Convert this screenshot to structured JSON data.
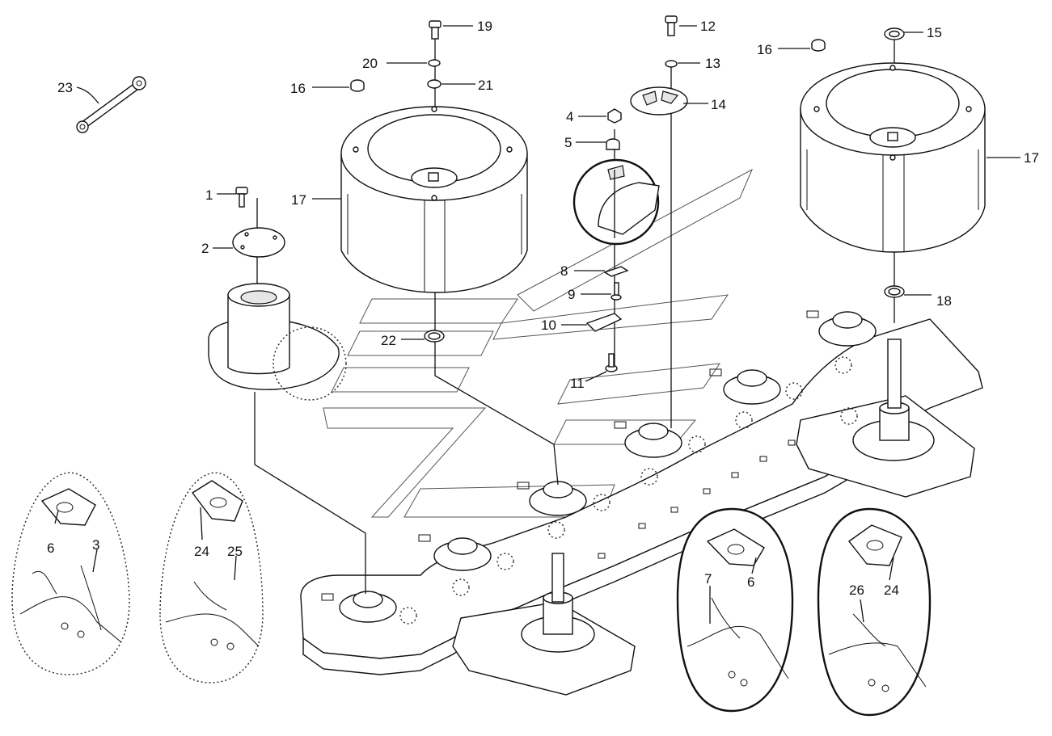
{
  "callouts": [
    {
      "id": "1",
      "text": "1"
    },
    {
      "id": "2",
      "text": "2"
    },
    {
      "id": "3",
      "text": "3"
    },
    {
      "id": "4",
      "text": "4"
    },
    {
      "id": "5",
      "text": "5"
    },
    {
      "id": "6a",
      "text": "6"
    },
    {
      "id": "6b",
      "text": "6"
    },
    {
      "id": "7",
      "text": "7"
    },
    {
      "id": "8",
      "text": "8"
    },
    {
      "id": "9",
      "text": "9"
    },
    {
      "id": "10",
      "text": "10"
    },
    {
      "id": "11",
      "text": "11"
    },
    {
      "id": "12",
      "text": "12"
    },
    {
      "id": "13",
      "text": "13"
    },
    {
      "id": "14",
      "text": "14"
    },
    {
      "id": "15",
      "text": "15"
    },
    {
      "id": "16a",
      "text": "16"
    },
    {
      "id": "16b",
      "text": "16"
    },
    {
      "id": "17a",
      "text": "17"
    },
    {
      "id": "17b",
      "text": "17"
    },
    {
      "id": "18",
      "text": "18"
    },
    {
      "id": "19",
      "text": "19"
    },
    {
      "id": "20",
      "text": "20"
    },
    {
      "id": "21",
      "text": "21"
    },
    {
      "id": "22",
      "text": "22"
    },
    {
      "id": "23",
      "text": "23"
    },
    {
      "id": "24a",
      "text": "24"
    },
    {
      "id": "24b",
      "text": "24"
    },
    {
      "id": "25",
      "text": "25"
    },
    {
      "id": "26",
      "text": "26"
    }
  ]
}
